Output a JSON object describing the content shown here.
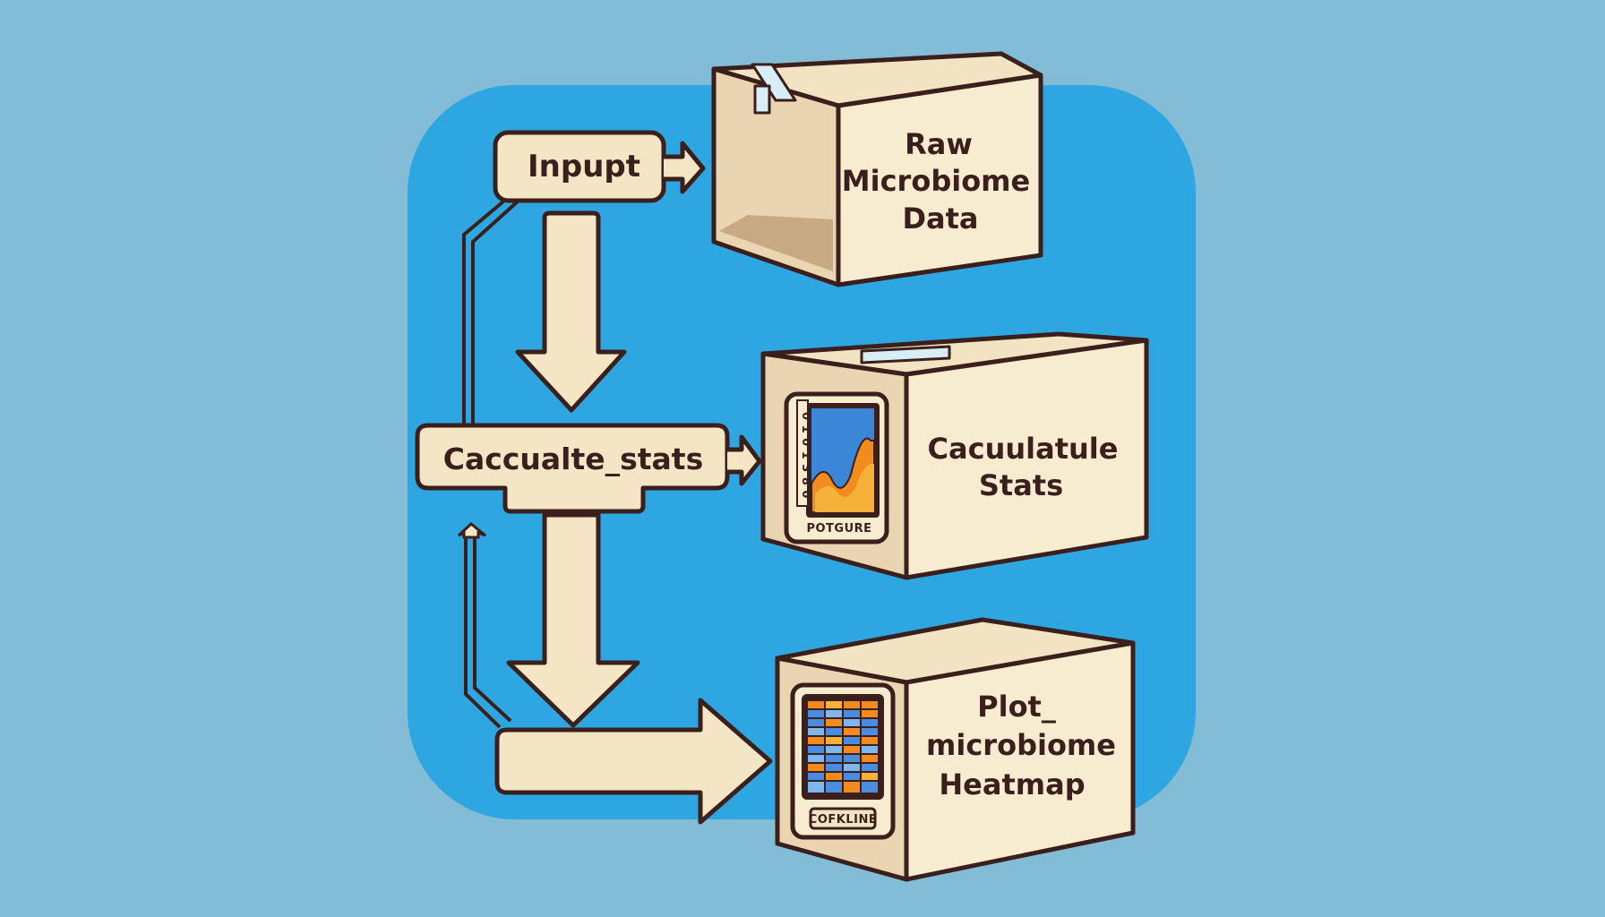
{
  "diagram": {
    "input_label": "Inpupt",
    "calc_label": "Caccualte_stats",
    "box_raw": {
      "line1": "Raw",
      "line2": "Microbiome",
      "line3": "Data"
    },
    "box_calc": {
      "line1": "Cacuulatule",
      "line2": "Stats",
      "card_footer": "POTGURE",
      "axis_digits": "0 1 0 1 3 8 0"
    },
    "box_plot": {
      "line1": "Plot_",
      "line2": "microbiome",
      "line3": "Heatmap",
      "card_footer": "COFKLINE"
    }
  },
  "colors": {
    "background": "#82BCD6",
    "panel": "#2EA6E2",
    "box_front": "#F7EBD0",
    "box_side": "#E9D5B1",
    "box_top": "#F2E3C3",
    "outline": "#3A1F1C",
    "arrow_fill": "#F4E6C5",
    "chart_blue": "#3B86D6",
    "chart_orange": "#F28C1E",
    "heat_blue": "#4A8DE0",
    "heat_orange": "#F28A20"
  },
  "icons": {
    "chart": "area-chart-icon",
    "heatmap": "heatmap-grid-icon"
  }
}
